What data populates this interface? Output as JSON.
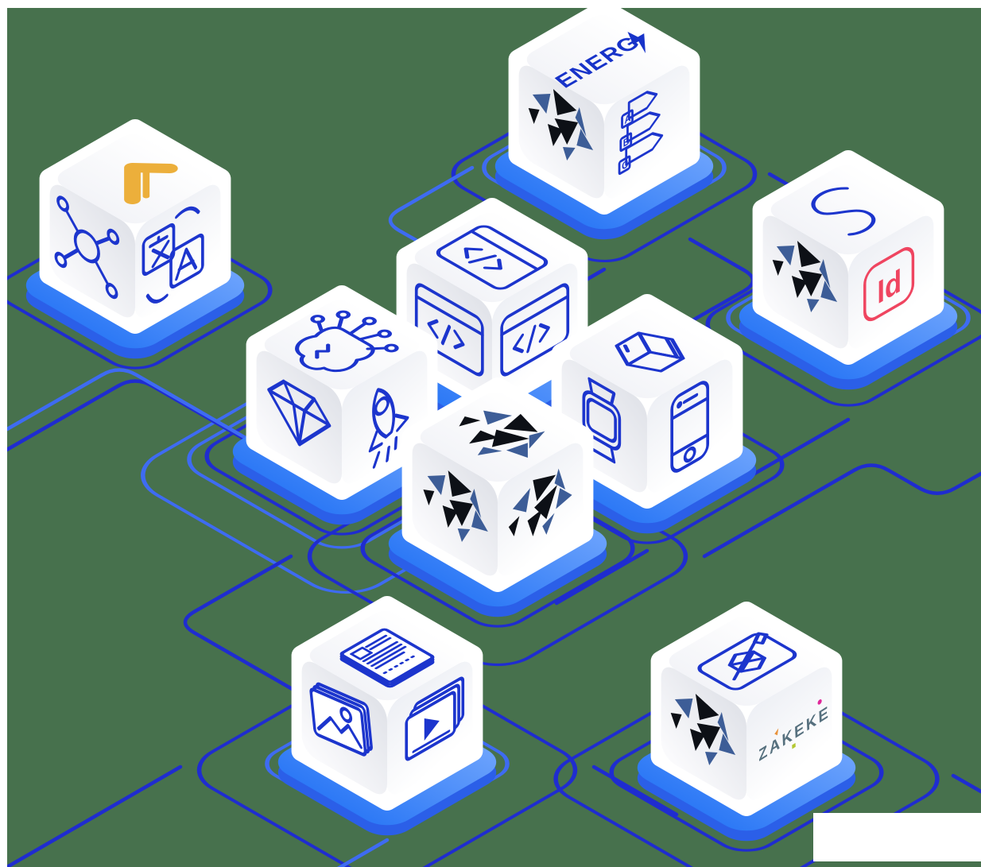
{
  "background_color": "#47714d",
  "wire_colors": {
    "navy": "#1f2cd0",
    "royal": "#3e6bf2"
  },
  "platform_color": "#2e7af6",
  "icon_stroke_color": "#1c35cd",
  "cubes": {
    "translation": {
      "top_icon": "gold-arrow-logo-icon",
      "left_icon": "network-icon",
      "right_icon": "translate-icon",
      "accent_color": "#ecaf3b"
    },
    "energy": {
      "brand": "ENERG",
      "top_icon": "lightning-bolt-icon",
      "left_icon": "brand-shards-logo-icon",
      "right_icon": "energy-rating-icon",
      "labels": [
        "A",
        "B",
        "C"
      ]
    },
    "design": {
      "top_letter": "S",
      "left_icon": "brand-shards-logo-icon",
      "right_icon": "indesign-logo-icon",
      "indesign_label": "Id",
      "indesign_color": "#ef4560"
    },
    "code": {
      "top_icon": "code-window-icon",
      "left_icon": "code-window-icon",
      "right_icon": "code-window-icon"
    },
    "ai": {
      "top_icon": "ai-brain-icon",
      "left_icon": "diamond-icon",
      "right_icon": "rocket-icon"
    },
    "brand": {
      "top_icon": "brand-shards-logo-icon",
      "left_icon": "brand-shards-logo-icon",
      "right_icon": "brand-shards-logo-icon"
    },
    "devices": {
      "top_icon": "package-box-icon",
      "left_icon": "smartwatch-icon",
      "right_icon": "smartphone-icon"
    },
    "media": {
      "top_icon": "documents-icon",
      "left_icon": "photos-stack-icon",
      "right_icon": "videos-stack-icon"
    },
    "zakeke": {
      "top_icon": "ar-tablet-icon",
      "left_icon": "brand-shards-logo-icon",
      "wordmark": "ZAKEKE",
      "wordmark_color": "#56707e"
    }
  }
}
